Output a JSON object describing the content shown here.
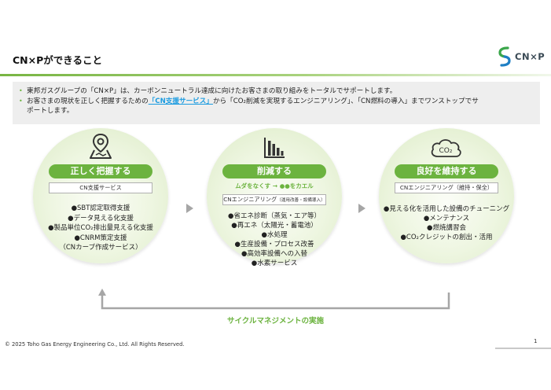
{
  "header": {
    "title": "CN×Pができること",
    "logo_text": "CN×P"
  },
  "summary": {
    "line1": "東邦ガスグループの「CN×P」は、カーボンニュートラル達成に向けたお客さまの取り組みをトータルでサポートします。",
    "line2_pre": "お客さまの現状を正しく把握するための",
    "line2_highlight": "「CN支援サービス」",
    "line2_post": "から「CO₂削減を実現するエンジニアリング」、「CN燃料の導入」までワンストップでサ",
    "line2_cont": "ポートします。"
  },
  "steps": [
    {
      "icon": "map-pin-icon",
      "title": "正しく把握する",
      "box_label": "CN支援サービス",
      "items": [
        "●SBT認定取得支援",
        "●データ見える化支援",
        "●製品単位CO₂排出量見える化支援",
        "●CNRM策定支援",
        "（CNカーブ作成サービス）"
      ]
    },
    {
      "icon": "bar-chart-icon",
      "title": "削減する",
      "subtitle": "ムダをなくす → ●●をカエル",
      "box_label": "CNエンジニアリング",
      "box_note": "（運用改善・設備導入）",
      "items": [
        "●省エネ診断（蒸気・エア等）",
        "●再エネ（太陽光・蓄電池）",
        "●水処理",
        "●生産設備・プロセス改善",
        "●高効率設備への入替",
        "●水素サービス"
      ]
    },
    {
      "icon": "co2-cloud-icon",
      "title": "良好を維持する",
      "box_label": "CNエンジニアリング（維持・保全）",
      "items": [
        "●見える化を活用した設備のチューニング",
        "●メンテナンス",
        "●燃焼講習会",
        "●CO₂クレジットの創出・活用"
      ]
    }
  ],
  "cycle_label": "サイクルマネジメントの実施",
  "footer": {
    "copyright": "© 2025 Toho Gas Energy Engineering  Co., Ltd.  All Rights Reserved.",
    "page_number": "1"
  },
  "colors": {
    "accent_green": "#6cb33f",
    "highlight_blue": "#1a9be0",
    "arrow_gray": "#a6a6a6"
  }
}
